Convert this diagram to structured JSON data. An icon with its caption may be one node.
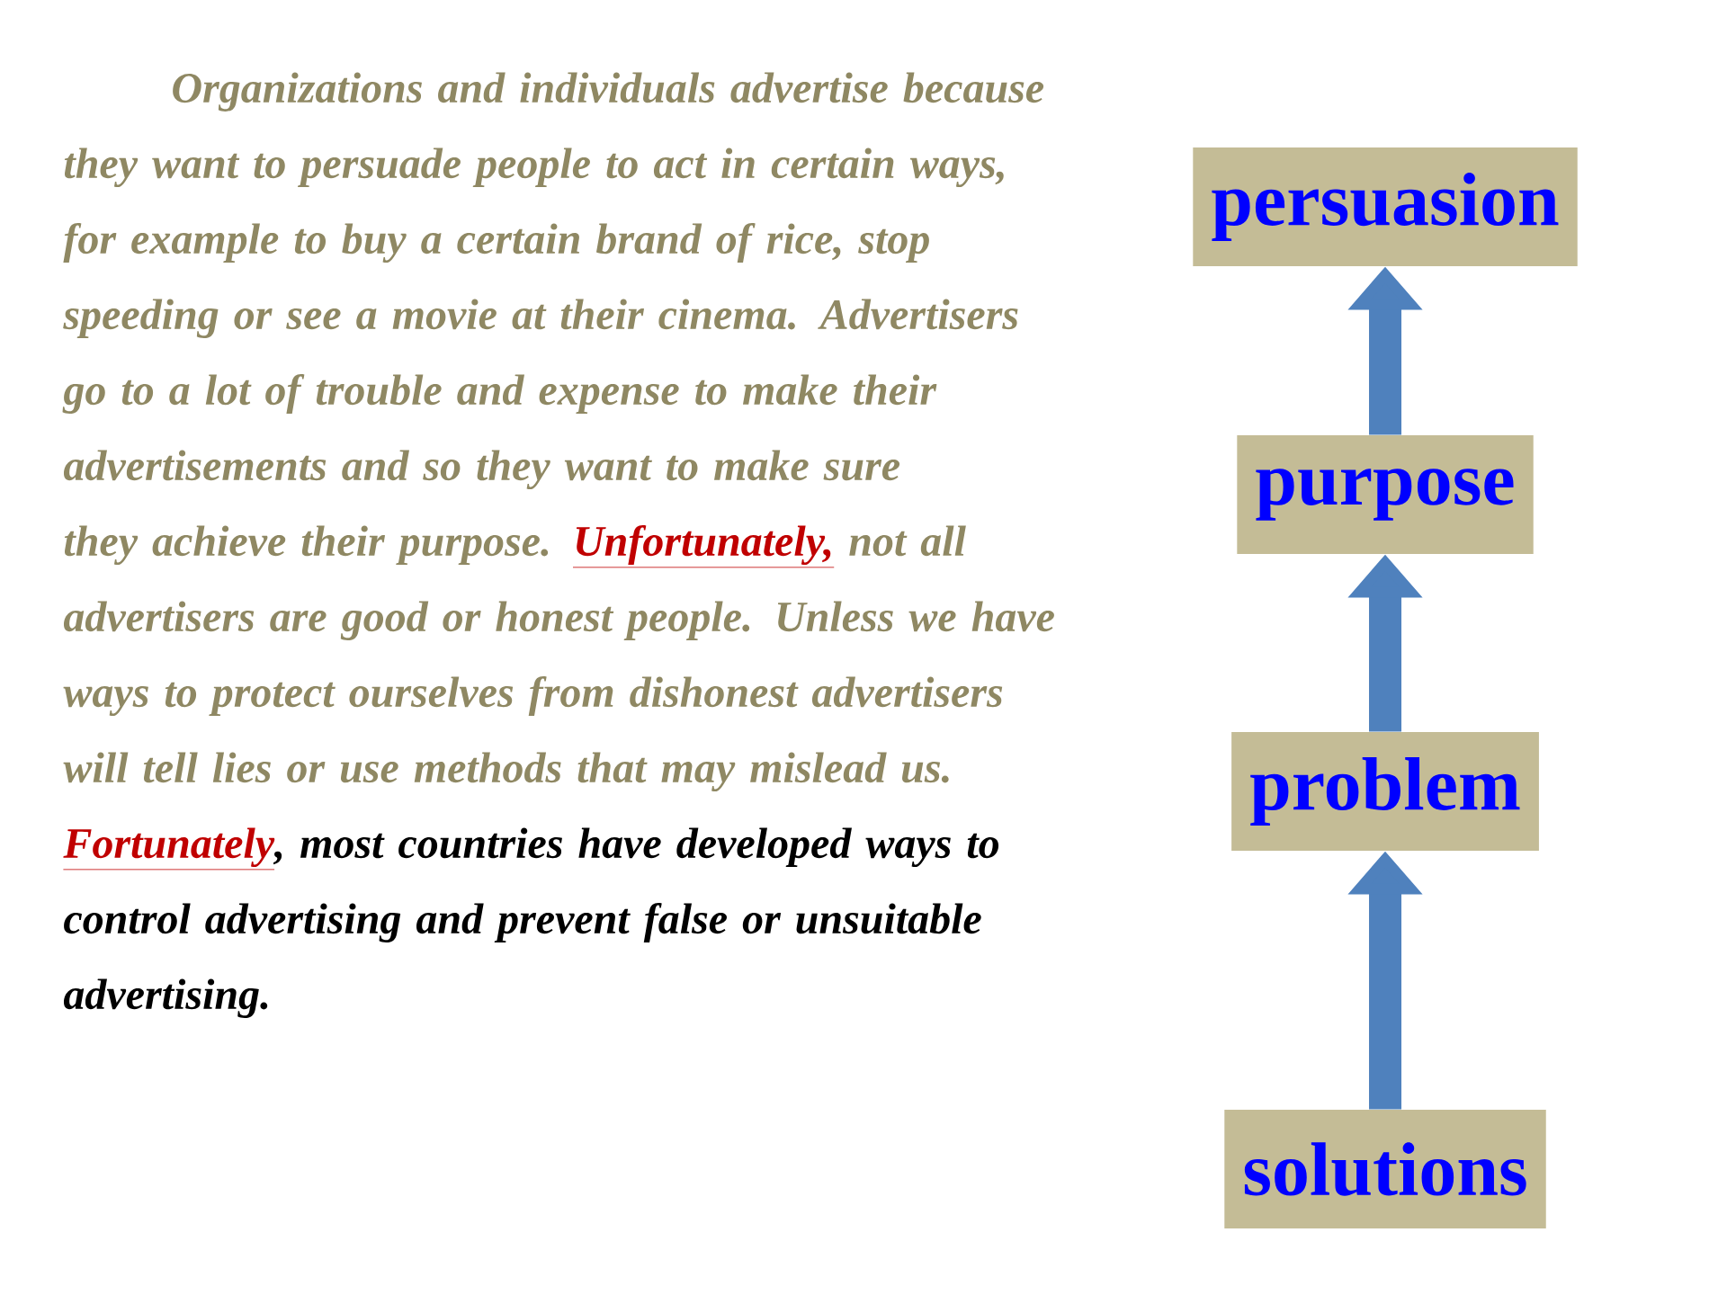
{
  "diagram": {
    "nodes": [
      {
        "text": [
          "persuasion"
        ]
      },
      {
        "text": [
          "purpose"
        ]
      },
      {
        "text": [
          "problem"
        ]
      },
      {
        "text": [
          "solutions"
        ]
      }
    ],
    "edges": [
      {
        "from": 3,
        "to": 2,
        "arrow": "to"
      },
      {
        "from": 2,
        "to": 1,
        "arrow": "to"
      },
      {
        "from": 1,
        "to": 0,
        "arrow": "to"
      }
    ],
    "labels": [
      "Organizations and individuals advertise because they want to persuade people to act in certain ways, for example to buy a certain brand of rice, stop speeding or see a movie at their cinema. Advertisers go to a lot of trouble and expense to make their advertisements and so they want to make sure they achieve their purpose.",
      "Unfortunately,",
      "not all advertisers are good or honest people. Unless we have ways to protect ourselves from dishonest advertisers will tell lies or use methods that may mislead us.",
      "Fortunately",
      ", most countries have developed ways to control advertising and prevent false or unsuitable advertising."
    ]
  }
}
